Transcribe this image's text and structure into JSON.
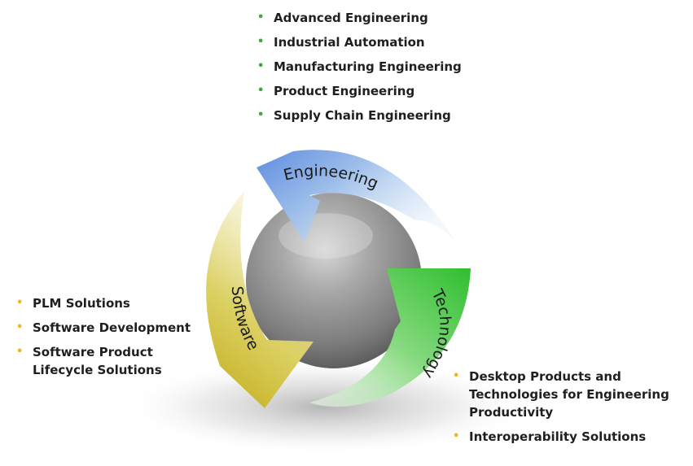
{
  "colors": {
    "engineering": "#6f97de",
    "technology": "#3cc03a",
    "software": "#c8b724",
    "sphere": "#9a9a9a",
    "green_bullet": "#3ea93a",
    "orange_bullet": "#f2b61d"
  },
  "engineering_list": {
    "items": [
      "Advanced Engineering",
      "Industrial Automation",
      "Manufacturing Engineering",
      "Product Engineering",
      "Supply Chain Engineering"
    ]
  },
  "software_list": {
    "items": [
      "PLM Solutions",
      "Software Development",
      "Software Product Lifecycle Solutions"
    ]
  },
  "technology_list": {
    "items": [
      "Desktop Products and Technologies for Engineering Productivity",
      "Interoperability Solutions"
    ]
  },
  "cycle": {
    "engineering_label": "Engineering",
    "technology_label": "Technology",
    "software_label": "Software"
  }
}
